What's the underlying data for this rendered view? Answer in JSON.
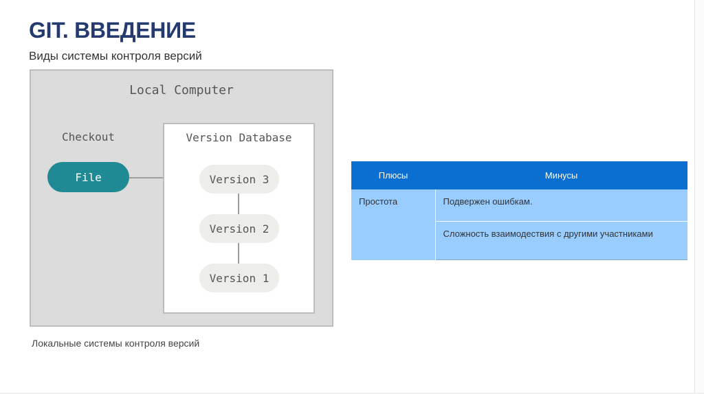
{
  "slide": {
    "title": "GIT. ВВЕДЕНИЕ",
    "subtitle": "Виды системы контроля версий",
    "caption": "Локальные системы контроля версий"
  },
  "diagram": {
    "local_label": "Local Computer",
    "checkout_label": "Checkout",
    "file_label": "File",
    "database_label": "Version Database",
    "versions": [
      "Version 3",
      "Version 2",
      "Version 1"
    ],
    "colors": {
      "file": "#1f8a93",
      "background": "#dcdcdc",
      "database": "#ffffff"
    }
  },
  "table": {
    "headers": [
      "Плюсы",
      "Минусы"
    ],
    "pros": [
      "Простота"
    ],
    "cons": [
      "Подвержен ошибкам.",
      "Сложность взаимодествия с другими участниками"
    ],
    "colors": {
      "header": "#0b6fd2",
      "body": "#99ccff"
    }
  }
}
